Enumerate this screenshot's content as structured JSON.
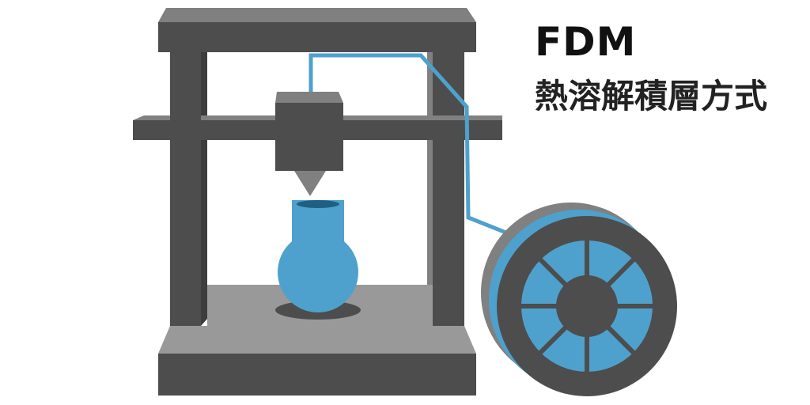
{
  "heading": {
    "title": "FDM",
    "subtitle": "熱溶解積層方式"
  },
  "colors": {
    "dark": "#4d4d4d",
    "mid": "#808080",
    "light": "#999999",
    "blue": "#4ea1cd",
    "darkBlue": "#1f5f80"
  },
  "illustration": {
    "printer": "3d-printer",
    "spool": "filament-spool",
    "spool_spokes": 8
  }
}
